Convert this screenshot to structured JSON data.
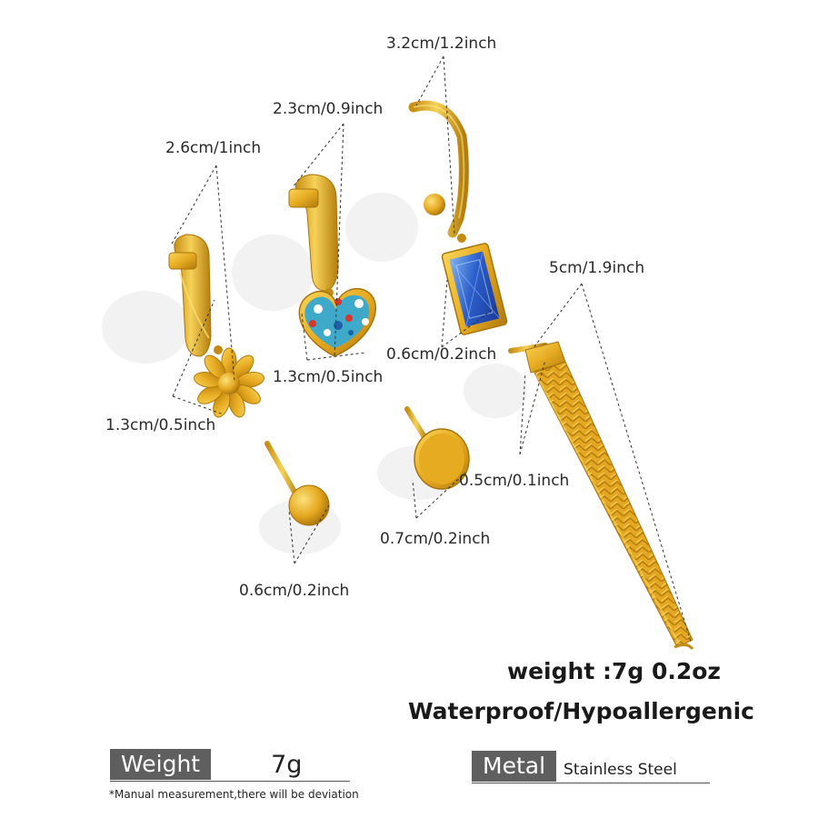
{
  "measurements": [
    {
      "id": "flower-hoop-height",
      "text": "2.6cm/1inch"
    },
    {
      "id": "flower-width",
      "text": "1.3cm/0.5inch"
    },
    {
      "id": "heart-hoop-height",
      "text": "2.3cm/0.9inch"
    },
    {
      "id": "heart-width",
      "text": "1.3cm/0.5inch"
    },
    {
      "id": "cuff-height",
      "text": "3.2cm/1.2inch"
    },
    {
      "id": "gem-width",
      "text": "0.6cm/0.2inch"
    },
    {
      "id": "tassel-length",
      "text": "5cm/1.9inch"
    },
    {
      "id": "tassel-top-width",
      "text": "0.5cm/0.1inch"
    },
    {
      "id": "disc-width",
      "text": "0.7cm/0.2inch"
    },
    {
      "id": "ball-width",
      "text": "0.6cm/0.2inch"
    }
  ],
  "notes": {
    "weight": "weight :7g  0.2oz",
    "features": "Waterproof/Hypoallergenic"
  },
  "specs": {
    "weight_label": "Weight",
    "weight_value": "7g",
    "metal_label": "Metal",
    "metal_value": "Stainless Steel"
  },
  "footnote": "*Manual measurement,there will be deviation",
  "colors": {
    "gold": "#e9b028",
    "gold_dark": "#b98211",
    "gold_light": "#f7d45c",
    "enamel_blue": "#3fa9c9",
    "enamel_red": "#d8362c",
    "gem_blue": "#2f62c8",
    "label_bg": "#5f5f5f"
  }
}
